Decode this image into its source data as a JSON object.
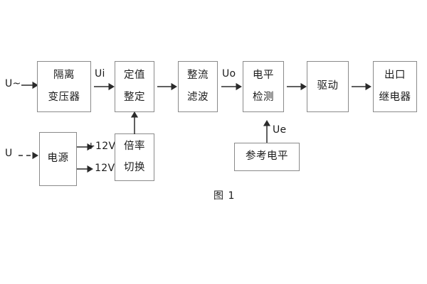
{
  "figure": {
    "caption": "图 1",
    "stroke_color": "#2b2b2b",
    "box_border_color": "#8a8a8a",
    "background": "#ffffff"
  },
  "inputs": [
    {
      "name": "ac-input",
      "label": "U~",
      "line_style": "solid"
    },
    {
      "name": "dc-input",
      "label": "U",
      "line_style": "dashed"
    }
  ],
  "blocks": {
    "isolation_transformer": {
      "line1": "隔离",
      "line2": "变压器"
    },
    "setting_value": {
      "line1": "定值",
      "line2": "整定"
    },
    "rectify_filter": {
      "line1": "整流",
      "line2": "滤波"
    },
    "level_detect": {
      "line1": "电平",
      "line2": "检测"
    },
    "drive": {
      "line1": "驱动",
      "line2": ""
    },
    "output_relay": {
      "line1": "出口",
      "line2": "继电器"
    },
    "power_supply": {
      "line1": "电源",
      "line2": ""
    },
    "multiplier_switch": {
      "line1": "倍率",
      "line2": "切换"
    },
    "reference_level": {
      "line1": "参考电平",
      "line2": ""
    }
  },
  "signals": {
    "ui": "Ui",
    "uo": "Uo",
    "ue": "Ue",
    "rail_positive": "+12V",
    "rail_negative": "- 12V"
  }
}
